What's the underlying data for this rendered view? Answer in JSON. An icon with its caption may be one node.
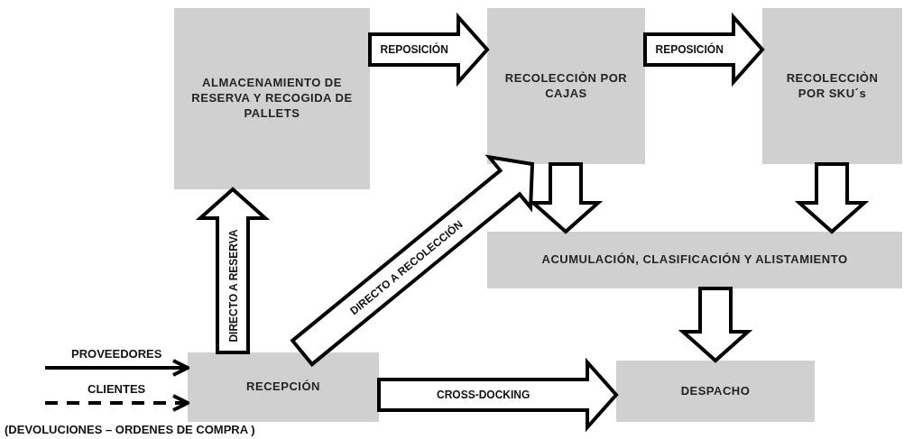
{
  "diagram": {
    "nodes": [
      {
        "text": [
          "ALMACENAMIENTO DE RESERVA Y RECOGIDA DE PALLETS"
        ]
      },
      {
        "text": [
          "RECOLECCIÒN POR CAJAS"
        ]
      },
      {
        "text": [
          "RECOLECCIÒN POR SKU´s"
        ]
      },
      {
        "text": [
          "ACUMULACIÓN, CLASIFICACIÓN Y ALISTAMIENTO"
        ]
      },
      {
        "text": [
          "RECEPCIÓN"
        ]
      },
      {
        "text": [
          "DESPACHO"
        ]
      }
    ],
    "edges": [
      {
        "from": 0,
        "to": 1,
        "arrow": "to",
        "label": "REPOSICIÓN",
        "style": "thick"
      },
      {
        "from": 1,
        "to": 2,
        "arrow": "to",
        "label": "REPOSICIÓN",
        "style": "thick"
      },
      {
        "from": 1,
        "to": 3,
        "arrow": "to",
        "style": "thick"
      },
      {
        "from": 2,
        "to": 3,
        "arrow": "to",
        "style": "thick"
      },
      {
        "from": 3,
        "to": 5,
        "arrow": "to",
        "style": "thick"
      },
      {
        "from": 4,
        "to": 0,
        "arrow": "to",
        "label": "DIRECTO A RESERVA",
        "style": "thick"
      },
      {
        "from": 4,
        "to": 1,
        "arrow": "to",
        "label": "DIRECTO A RECOLECCIÓN",
        "style": "thick"
      },
      {
        "from": 4,
        "to": 5,
        "arrow": "to",
        "label": "CROSS-DOCKING",
        "style": "thick"
      },
      {
        "from": null,
        "to": 4,
        "arrow": "to",
        "label": "PROVEEDORES"
      },
      {
        "from": null,
        "to": 4,
        "arrow": "to",
        "label": "CLIENTES",
        "style": "dashed"
      }
    ],
    "labels": [
      "(DEVOLUCIONES – ORDENES DE COMPRA )"
    ]
  }
}
